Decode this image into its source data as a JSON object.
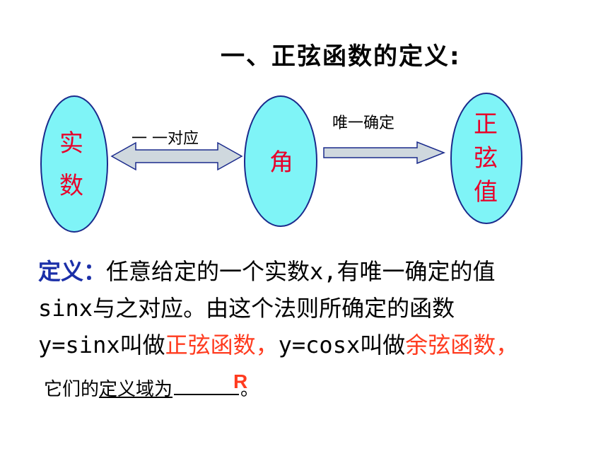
{
  "title": "一、正弦函数的定义:",
  "diagram": {
    "node_real": [
      "实",
      "数"
    ],
    "node_angle": "角",
    "node_sine": [
      "正",
      "弦",
      "值"
    ],
    "edge_bijection": "一 一对应",
    "edge_unique": "唯一确定",
    "oval_fill": "#7ff4f7",
    "oval_stroke": "#1a2a8c",
    "oval_text_color": "#e8002a"
  },
  "definition": {
    "keyword": "定义：",
    "line1": "任意给定的一个实数x,有唯一确定的值",
    "line2": "sinx与之对应。由这个法则所确定的函数",
    "line3_a": "y=sinx叫做",
    "line3_b": "正弦函数，",
    "line3_c": "y=cosx叫做",
    "line3_d": "余弦函数，"
  },
  "domain": {
    "prefix": "它们的",
    "underlined": "定义域为",
    "answer": "R",
    "suffix": "。"
  }
}
